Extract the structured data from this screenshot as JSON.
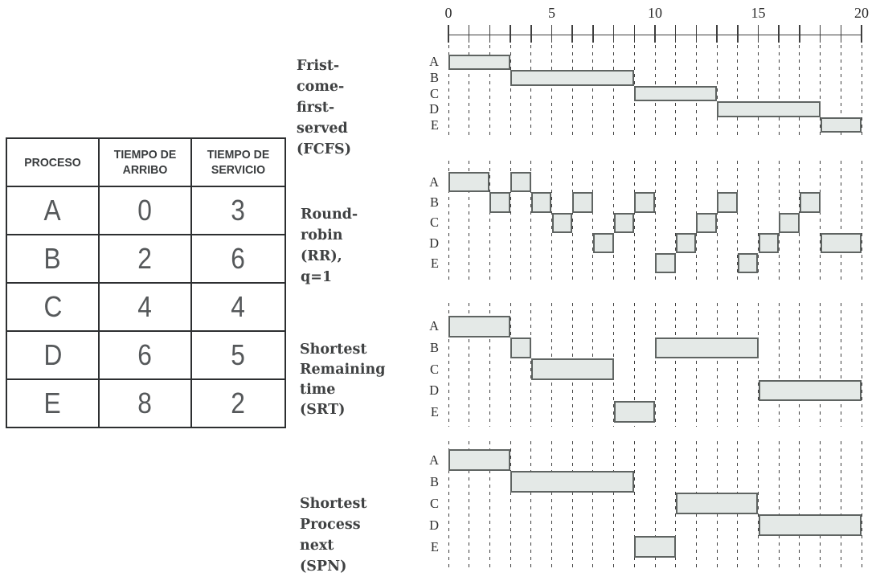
{
  "table": {
    "headers": [
      "PROCESO",
      "TIEMPO DE ARRIBO",
      "TIEMPO DE SERVICIO"
    ],
    "rows": [
      {
        "proceso": "A",
        "arribo": "0",
        "servicio": "3"
      },
      {
        "proceso": "B",
        "arribo": "2",
        "servicio": "6"
      },
      {
        "proceso": "C",
        "arribo": "4",
        "servicio": "4"
      },
      {
        "proceso": "D",
        "arribo": "6",
        "servicio": "5"
      },
      {
        "proceso": "E",
        "arribo": "8",
        "servicio": "2"
      }
    ]
  },
  "timeline": {
    "min": 0,
    "max": 20,
    "minor_step": 1,
    "label_step": 5,
    "tick_labels": [
      "0",
      "5",
      "10",
      "15",
      "20"
    ]
  },
  "chart_data": [
    {
      "type": "gantt",
      "id": "fcfs",
      "title": "Frist-come-first-served (FCFS)",
      "label_lines": [
        "Frist-come-first-",
        "served (FCFS)"
      ],
      "rows": [
        "A",
        "B",
        "C",
        "D",
        "E"
      ],
      "xlim": [
        0,
        20
      ],
      "bars": {
        "A": [
          [
            0,
            3
          ]
        ],
        "B": [
          [
            3,
            9
          ]
        ],
        "C": [
          [
            9,
            13
          ]
        ],
        "D": [
          [
            13,
            18
          ]
        ],
        "E": [
          [
            18,
            20
          ]
        ]
      }
    },
    {
      "type": "gantt",
      "id": "rr",
      "title": "Round-robin (RR), q=1",
      "label_lines": [
        "Round-robin",
        "(RR), q=1"
      ],
      "rows": [
        "A",
        "B",
        "C",
        "D",
        "E"
      ],
      "xlim": [
        0,
        20
      ],
      "bars": {
        "A": [
          [
            0,
            2
          ],
          [
            3,
            4
          ]
        ],
        "B": [
          [
            2,
            3
          ],
          [
            4,
            5
          ],
          [
            6,
            7
          ],
          [
            9,
            10
          ],
          [
            13,
            14
          ],
          [
            17,
            18
          ]
        ],
        "C": [
          [
            5,
            6
          ],
          [
            8,
            9
          ],
          [
            12,
            13
          ],
          [
            16,
            17
          ]
        ],
        "D": [
          [
            7,
            8
          ],
          [
            11,
            12
          ],
          [
            15,
            16
          ],
          [
            18,
            20
          ]
        ],
        "E": [
          [
            10,
            11
          ],
          [
            14,
            15
          ]
        ]
      }
    },
    {
      "type": "gantt",
      "id": "srt",
      "title": "Shortest Remaining time (SRT)",
      "label_lines": [
        "Shortest",
        "Remaining time",
        "(SRT)"
      ],
      "rows": [
        "A",
        "B",
        "C",
        "D",
        "E"
      ],
      "xlim": [
        0,
        20
      ],
      "bars": {
        "A": [
          [
            0,
            3
          ]
        ],
        "B": [
          [
            3,
            4
          ],
          [
            10,
            15
          ]
        ],
        "C": [
          [
            4,
            8
          ]
        ],
        "D": [
          [
            15,
            20
          ]
        ],
        "E": [
          [
            8,
            10
          ]
        ]
      }
    },
    {
      "type": "gantt",
      "id": "spn",
      "title": "Shortest Process next (SPN)",
      "label_lines": [
        "Shortest Process",
        "next (SPN)"
      ],
      "rows": [
        "A",
        "B",
        "C",
        "D",
        "E"
      ],
      "xlim": [
        0,
        20
      ],
      "bars": {
        "A": [
          [
            0,
            3
          ]
        ],
        "B": [
          [
            3,
            9
          ]
        ],
        "C": [
          [
            11,
            15
          ]
        ],
        "D": [
          [
            15,
            20
          ]
        ],
        "E": [
          [
            9,
            11
          ]
        ]
      }
    }
  ],
  "colors": {
    "bar_fill": "#e4e9e7",
    "bar_border": "#5f6462",
    "grid_line": "#3e3e3e",
    "axis_line": "#3e3e3e",
    "table_border": "#2d2f31",
    "header_text": "#393c3e",
    "cell_text": "#55585a",
    "label_text": "#3f4142"
  }
}
